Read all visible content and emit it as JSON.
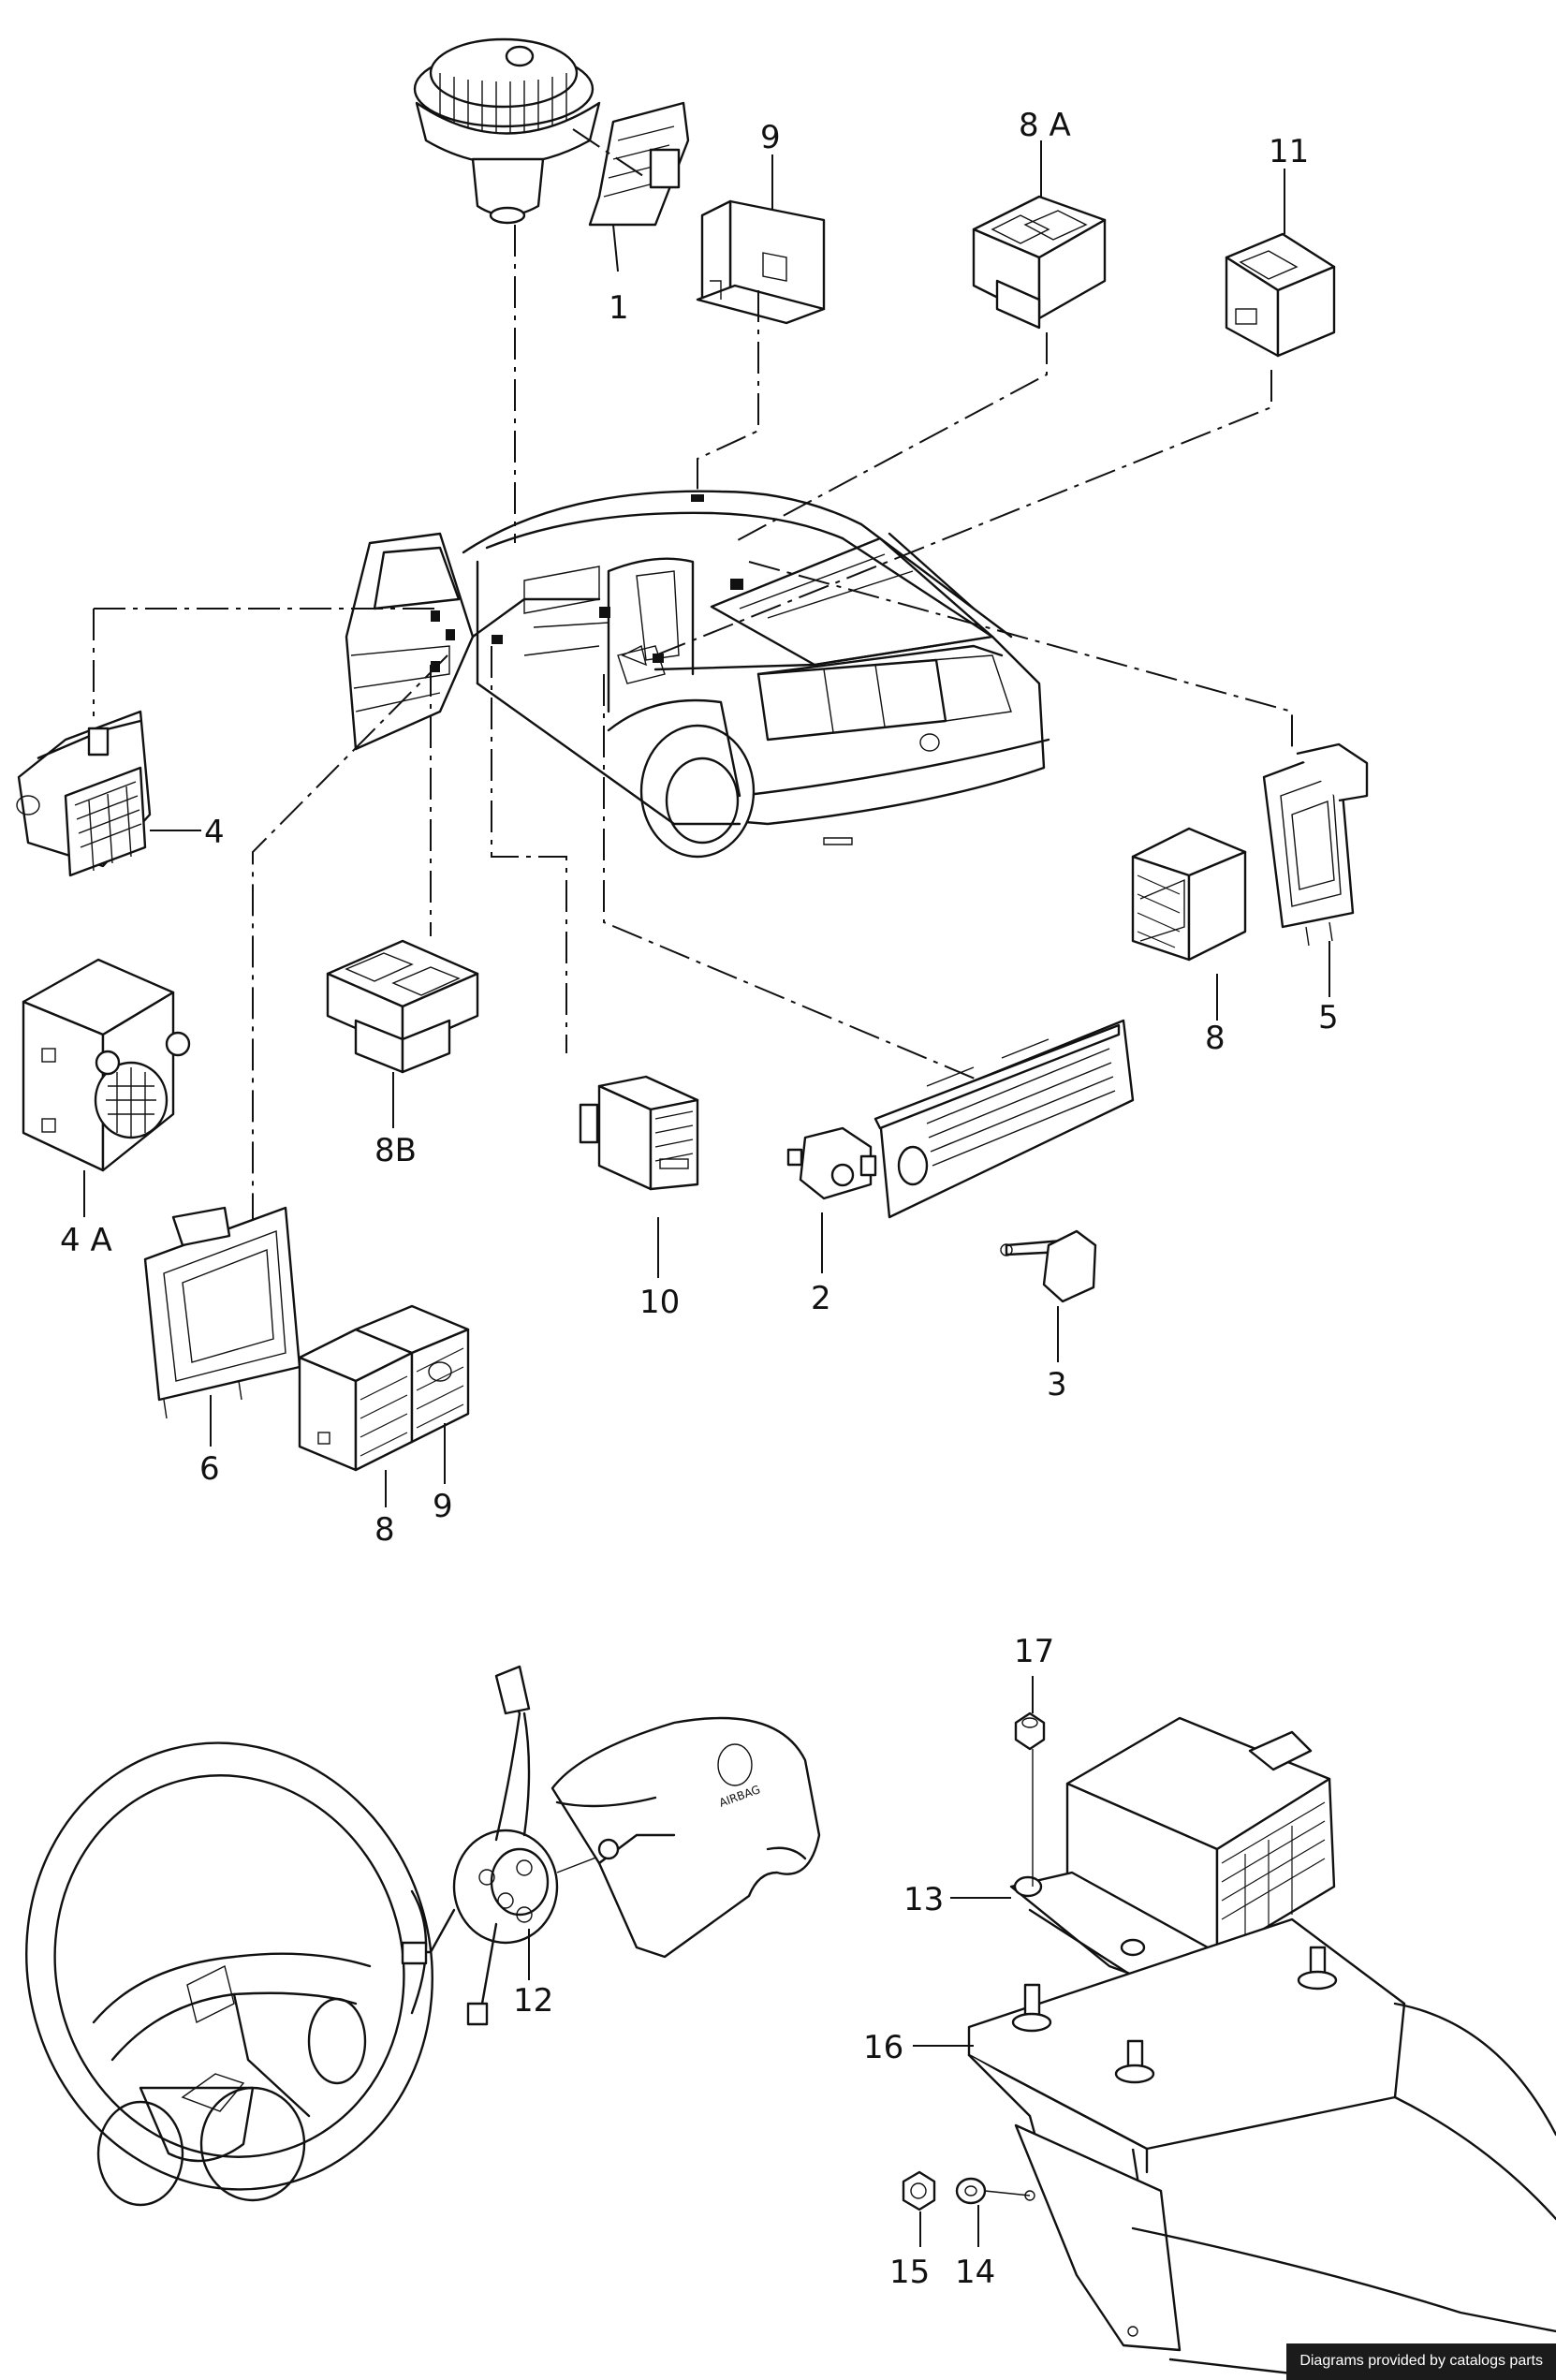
{
  "callouts": {
    "c1": "1",
    "c9_top": "9",
    "c8a": "8 A",
    "c11": "11",
    "c4": "4",
    "c4a": "4 A",
    "c8b": "8B",
    "c10": "10",
    "c2": "2",
    "c3": "3",
    "c5": "5",
    "c8_right": "8",
    "c6": "6",
    "c8_bottom": "8",
    "c9_bottom": "9",
    "c12": "12",
    "c13": "13",
    "c16": "16",
    "c17": "17",
    "c15": "15",
    "c14": "14"
  },
  "airbag_label": "AIRBAG",
  "credit": "Diagrams provided by catalogs parts"
}
